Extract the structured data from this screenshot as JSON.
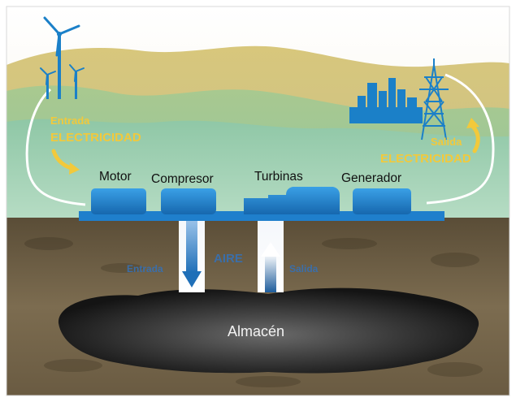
{
  "diagram": {
    "input": {
      "small": "Entrada",
      "big": "ELECTRICIDAD"
    },
    "output": {
      "small": "Salida",
      "big": "ELECTRICIDAD"
    },
    "machines": {
      "motor": "Motor",
      "compresor": "Compresor",
      "turbinas": "Turbinas",
      "generador": "Generador"
    },
    "air": {
      "label": "AIRE",
      "in_label": "Entrada",
      "out_label": "Salida"
    },
    "storage": {
      "label": "Almacén"
    }
  },
  "colors": {
    "sky": "#ffffff",
    "hills": "#9ccca9",
    "ground": "#6f6047",
    "machine_blue": "#1f7fcc",
    "label_yellow": "#f2c93b",
    "arrow_blue": "#3b7fc4",
    "cavern": "#1c1c1c"
  }
}
